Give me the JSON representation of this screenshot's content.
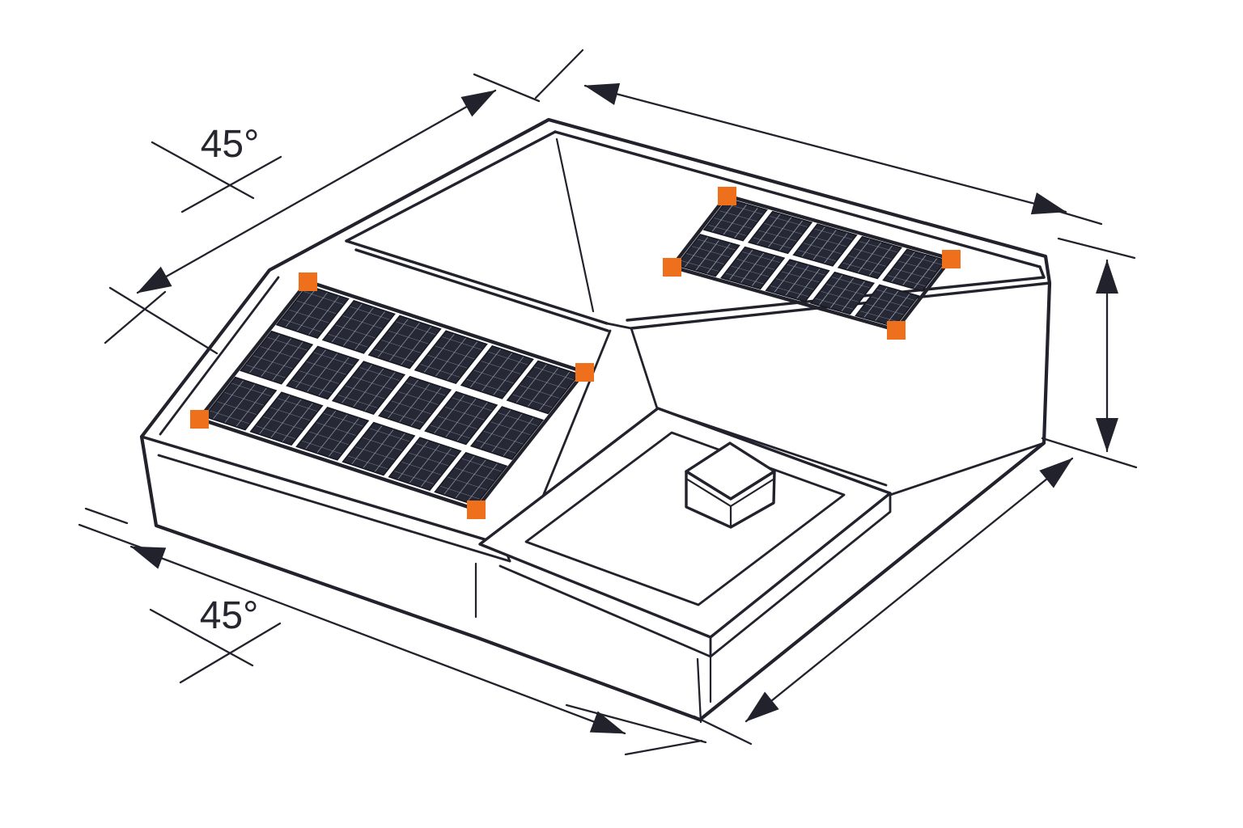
{
  "figure": {
    "title": "Flat-roof building with two photovoltaic arrays, dimension arrows and roof-pitch angles",
    "angle_labels": [
      {
        "id": "top-left-angle",
        "text": "45°"
      },
      {
        "id": "bottom-left-angle",
        "text": "45°"
      }
    ],
    "solar_arrays": [
      {
        "name": "left-roof-array",
        "rows": 3,
        "cols": 6,
        "panels": 18,
        "corner_markers": 4
      },
      {
        "name": "right-roof-array",
        "rows": 2,
        "cols": 5,
        "panels": 10,
        "corner_markers": 4
      }
    ],
    "dimension_arrows": [
      {
        "id": "roof-edge-upper-left",
        "style": "double-headed"
      },
      {
        "id": "roof-edge-upper-right",
        "style": "double-headed"
      },
      {
        "id": "wall-height-right",
        "style": "double-headed"
      },
      {
        "id": "base-edge-lower-right",
        "style": "double-headed"
      },
      {
        "id": "base-edge-lower-left",
        "style": "double-headed"
      }
    ],
    "colors": {
      "line": "#22222c",
      "accent": "#ee6f1c",
      "panel": "#262935",
      "panel_grid": "#99a1af",
      "background": "#ffffff"
    }
  }
}
